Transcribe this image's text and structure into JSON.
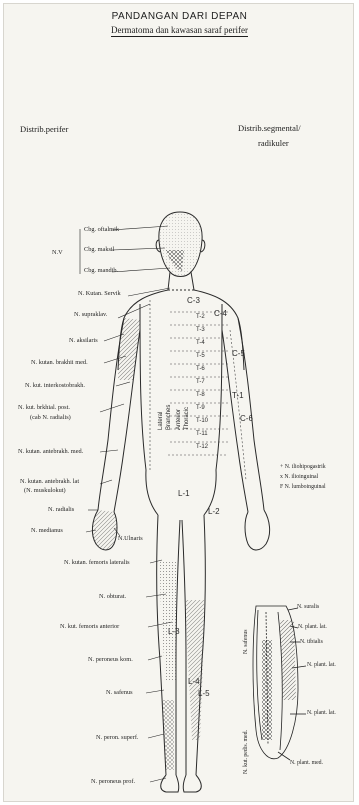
{
  "title": "PANDANGAN DARI DEPAN",
  "subtitle": "Dermatoma dan kawasan saraf perifer",
  "left_header": "Distrib.perifer",
  "right_header": [
    "Distrib.segmental/",
    "radikuler"
  ],
  "nv_label": "N.V",
  "peripheral_labels": [
    "Cbg. oftalmik",
    "Cbg. maksil",
    "Cbg. mandib.",
    "N. Kutan. Servik",
    "N. supraklav.",
    "N. aksilaris",
    "N. kutan. brakhii med.",
    "N. kut. interkostobrakh.",
    "N. kut. brkhial. post.",
    "(cab N. radialis)",
    "N. kutan. antebrakh. med.",
    "N. kutan. antebrakh. lat",
    "(N. muskulokut)",
    "N. radialis",
    "N. medianus",
    "N.Ulnaris",
    "N. kutan. femoris lateralis",
    "N. obturat.",
    "N. kut. femoris anterior",
    "N. peroneus kom.",
    "N. safenus",
    "N. peron. superf.",
    "N. peroneus prof."
  ],
  "legend": [
    "+ N. iliohipogastrik",
    "x  N. ilioinguinal",
    "F  N. lumboinguinal"
  ],
  "segments": {
    "neck": [
      "C-3",
      "C-4"
    ],
    "arm": [
      "C-5",
      "C-6",
      "T-1"
    ],
    "trunk": [
      "T-2",
      "T-3",
      "T-4",
      "T-5",
      "T-6",
      "T-7",
      "T-8",
      "T-9",
      "T-10",
      "T-11",
      "T-12"
    ],
    "groin": [
      "L-1",
      "L-2"
    ],
    "leg": [
      "L-3",
      "L-4",
      "L-5"
    ]
  },
  "trunk_text": [
    "Lateral",
    "Branches",
    "Anterior",
    "Thoracic"
  ],
  "foot_labels": [
    "N. suralis",
    "N. plant. lat.",
    "N. tibialis",
    "N. plant. lat.",
    "N. plant. lat.",
    "N. plant. med."
  ],
  "foot_side_labels": [
    "N. safenus",
    "N. kut. pedis. med."
  ]
}
